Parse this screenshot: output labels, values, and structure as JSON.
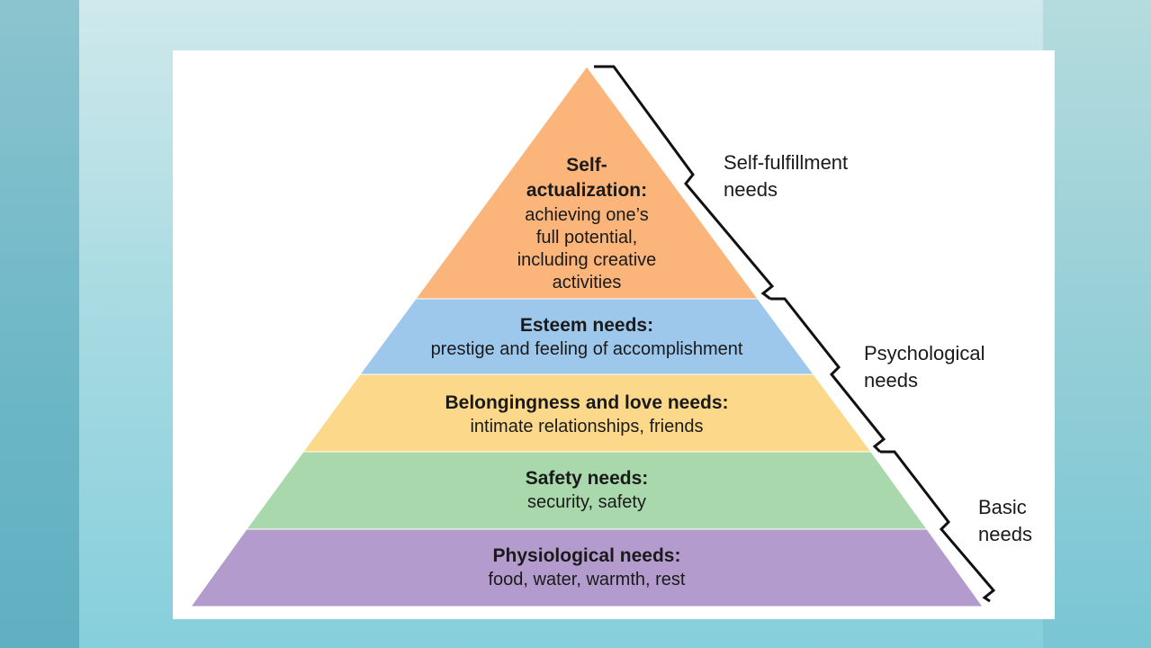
{
  "levels": [
    {
      "title_lines": [
        "Self-",
        "actualization:"
      ],
      "desc_lines": [
        "achieving one’s",
        "full potential,",
        "including creative",
        "activities"
      ],
      "color": "#fbb47a"
    },
    {
      "title_lines": [
        "Esteem needs:"
      ],
      "desc_lines": [
        "prestige and feeling of accomplishment"
      ],
      "color": "#9ec7ec"
    },
    {
      "title_lines": [
        "Belongingness and love needs:"
      ],
      "desc_lines": [
        "intimate relationships, friends"
      ],
      "color": "#fcd98a"
    },
    {
      "title_lines": [
        "Safety needs:"
      ],
      "desc_lines": [
        "security, safety"
      ],
      "color": "#a8d8ab"
    },
    {
      "title_lines": [
        "Physiological needs:"
      ],
      "desc_lines": [
        "food, water, warmth, rest"
      ],
      "color": "#b39ccd"
    }
  ],
  "groups": [
    {
      "lines": [
        "Self-fulfillment",
        "needs"
      ]
    },
    {
      "lines": [
        "Psychological",
        "needs"
      ]
    },
    {
      "lines": [
        "Basic",
        "needs"
      ]
    }
  ]
}
